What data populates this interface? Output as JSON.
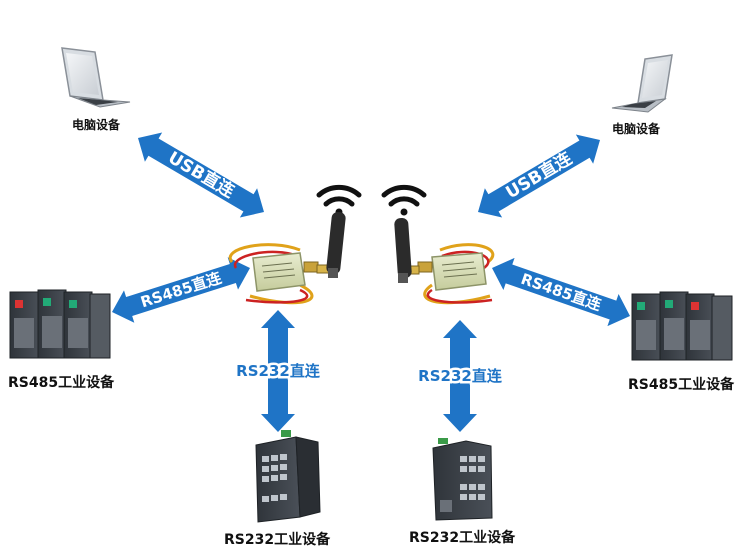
{
  "labels": {
    "computer_left": "电脑设备",
    "computer_right": "电脑设备",
    "rs485_left": "RS485工业设备",
    "rs485_right": "RS485工业设备",
    "rs232_left": "RS232工业设备",
    "rs232_right": "RS232工业设备"
  },
  "arrows": {
    "usb_left": "USB直连",
    "usb_right": "USB直连",
    "rs485_left": "RS485直连",
    "rs485_right": "RS485直连",
    "rs232_left": "RS232直连",
    "rs232_right": "RS232直连"
  },
  "colors": {
    "arrow_blue": "#1f74c6",
    "arrow_text": "#ffffff",
    "device_dark": "#3b4047",
    "module_green": "#d9dfb8",
    "antenna": "#2b2b2b"
  }
}
